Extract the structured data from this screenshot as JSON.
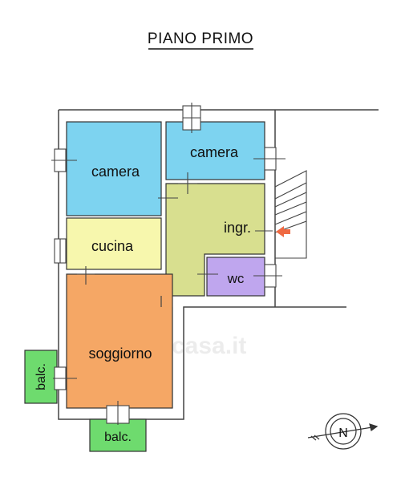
{
  "title": "PIANO PRIMO",
  "rooms": [
    {
      "id": "camera-1",
      "label": "camera",
      "color": "#7dd3f0"
    },
    {
      "id": "camera-2",
      "label": "camera",
      "color": "#7dd3f0"
    },
    {
      "id": "cucina",
      "label": "cucina",
      "color": "#f7f7ad"
    },
    {
      "id": "ingresso",
      "label": "ingr.",
      "color": "#d8df8f"
    },
    {
      "id": "wc",
      "label": "wc",
      "color": "#bfa6ee"
    },
    {
      "id": "soggiorno",
      "label": "soggiorno",
      "color": "#f5a765"
    },
    {
      "id": "balcone-left",
      "label": "balc.",
      "color": "#6edb6e"
    },
    {
      "id": "balcone-bottom",
      "label": "balc.",
      "color": "#6edb6e"
    }
  ],
  "entrance_arrow_color": "#ef6a43",
  "watermark": "casa.it",
  "compass": {
    "label": "N"
  }
}
